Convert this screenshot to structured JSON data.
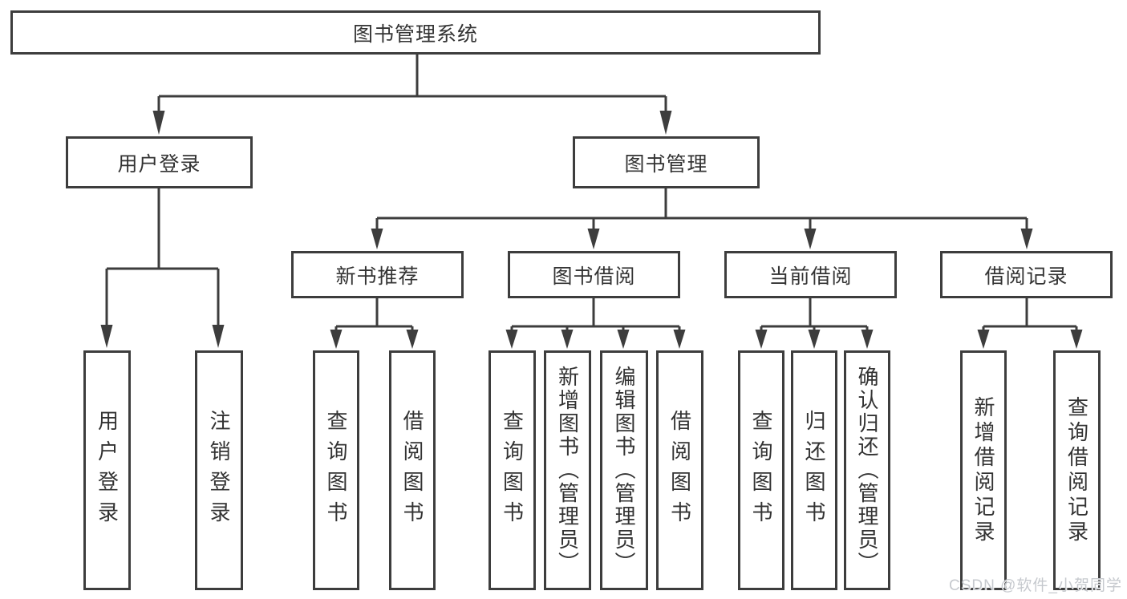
{
  "diagram": {
    "root": "图书管理系统",
    "branches": [
      {
        "label": "用户登录",
        "leaves": [
          "用户登录",
          "注销登录"
        ]
      },
      {
        "label": "图书管理",
        "sections": [
          {
            "label": "新书推荐",
            "leaves": [
              "查询图书",
              "借阅图书"
            ]
          },
          {
            "label": "图书借阅",
            "leaves": [
              "查询图书",
              "新增图书（管理员）",
              "编辑图书（管理员）",
              "借阅图书"
            ]
          },
          {
            "label": "当前借阅",
            "leaves": [
              "查询图书",
              "归还图书",
              "确认归还（管理员）"
            ]
          },
          {
            "label": "借阅记录",
            "leaves": [
              "新增借阅记录",
              "查询借阅记录"
            ]
          }
        ]
      }
    ]
  },
  "watermark": "CSDN @软件_小贺同学",
  "colors": {
    "line": "#3d3d3d",
    "text": "#333333",
    "bg": "#ffffff",
    "watermark": "#c6c9ce"
  }
}
